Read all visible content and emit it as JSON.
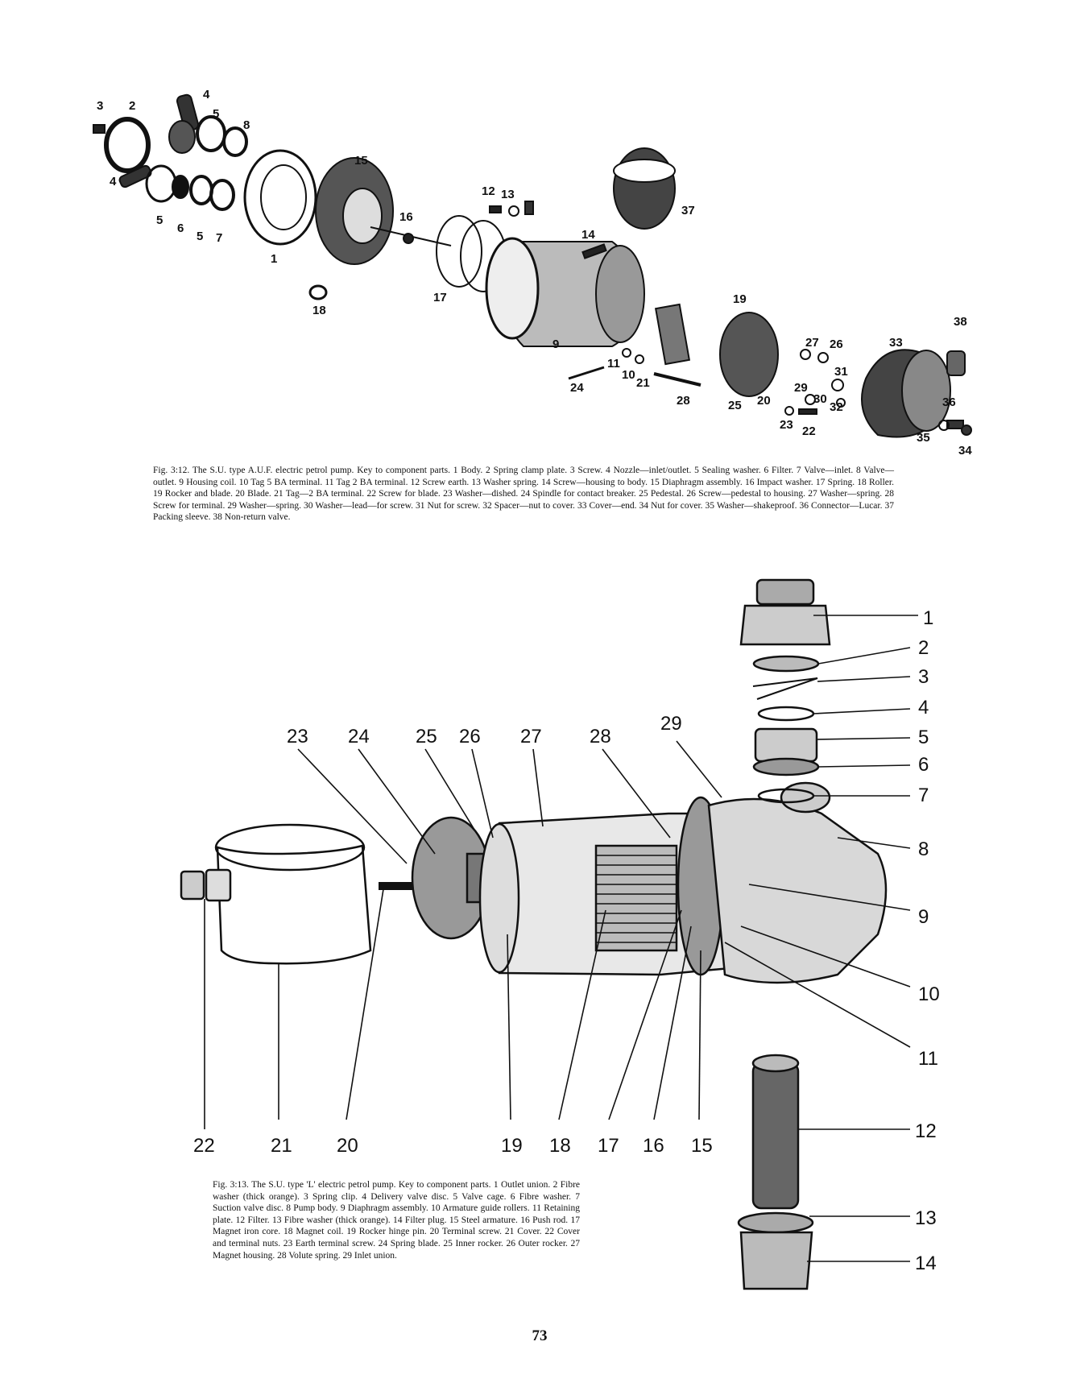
{
  "fig1": {
    "callouts": [
      "3",
      "2",
      "4",
      "5",
      "8",
      "15",
      "4",
      "5",
      "6",
      "5",
      "7",
      "1",
      "12",
      "13",
      "16",
      "37",
      "14",
      "18",
      "17",
      "19",
      "9",
      "38",
      "27",
      "26",
      "33",
      "31",
      "11",
      "10",
      "21",
      "24",
      "28",
      "29",
      "25",
      "20",
      "30",
      "32",
      "36",
      "23",
      "22",
      "35",
      "34"
    ],
    "caption": "Fig. 3:12. The S.U. type A.U.F. electric petrol pump. Key to component parts. 1 Body. 2 Spring clamp plate. 3 Screw. 4 Nozzle—inlet/outlet. 5 Sealing washer. 6 Filter. 7 Valve—inlet. 8 Valve—outlet. 9 Housing coil. 10 Tag 5 BA terminal. 11 Tag 2 BA terminal. 12 Screw earth. 13 Washer spring. 14 Screw—housing to body. 15 Diaphragm assembly. 16 Impact washer. 17 Spring. 18 Roller. 19 Rocker and blade. 20 Blade. 21 Tag—2 BA terminal. 22 Screw for blade. 23 Washer—dished. 24 Spindle for contact breaker. 25 Pedestal. 26 Screw—pedestal to housing. 27 Washer—spring. 28 Screw for terminal. 29 Washer—spring. 30 Washer—lead—for screw. 31 Nut for screw. 32 Spacer—nut to cover. 33 Cover—end. 34 Nut for cover. 35 Washer—shakeproof. 36 Connector—Lucar. 37 Packing sleeve. 38 Non-return valve."
  },
  "fig2": {
    "callouts_right": [
      "1",
      "2",
      "3",
      "4",
      "5",
      "6",
      "7",
      "8",
      "9",
      "10",
      "11",
      "12",
      "13",
      "14"
    ],
    "callouts_top": [
      "23",
      "24",
      "25",
      "26",
      "27",
      "28",
      "29"
    ],
    "callouts_bottom": [
      "22",
      "21",
      "20",
      "19",
      "18",
      "17",
      "16",
      "15"
    ],
    "caption": "Fig. 3:13. The S.U. type 'L' electric petrol pump. Key to component parts. 1 Outlet union. 2 Fibre washer (thick orange). 3 Spring clip. 4 Delivery valve disc. 5 Valve cage. 6 Fibre washer. 7 Suction valve disc. 8 Pump body. 9 Diaphragm assembly. 10 Armature guide rollers. 11 Retaining plate. 12 Filter. 13 Fibre washer (thick orange). 14 Filter plug. 15 Steel armature. 16 Push rod. 17 Magnet iron core. 18 Magnet coil. 19 Rocker hinge pin. 20 Terminal screw. 21 Cover. 22 Cover and terminal nuts. 23 Earth terminal screw. 24 Spring blade. 25 Inner rocker. 26 Outer rocker. 27 Magnet housing. 28 Volute spring. 29 Inlet union."
  },
  "page_number": "73"
}
